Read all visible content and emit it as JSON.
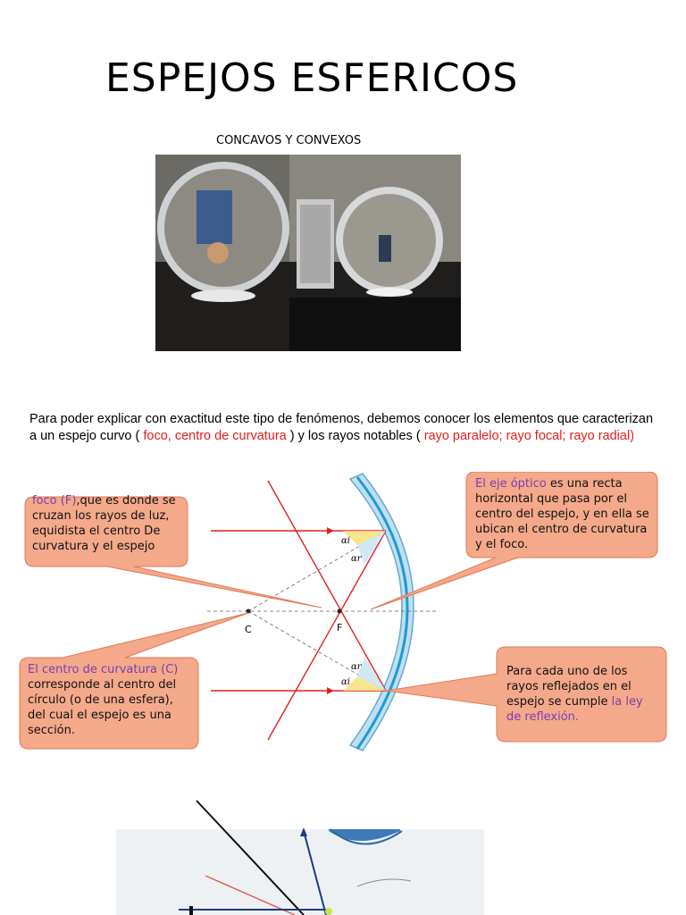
{
  "title": "ESPEJOS ESFERICOS",
  "subtitle": "CONCAVOS Y CONVEXOS",
  "intro": {
    "part1": "Para poder explicar con exactitud este tipo de fenómenos, debemos conocer los elementos que caracterizan a un espejo curvo ( ",
    "red1": "foco, centro de curvatura",
    "part2": " ) y los rayos notables ( ",
    "red2": "rayo  paralelo; rayo focal; rayo radial)"
  },
  "callouts": {
    "foco": {
      "highlight": "foco (F)",
      "text": ",que es donde se cruzan los rayos de luz, equidista el centro De curvatura y el espejo"
    },
    "eje": {
      "highlight": "El eje óptico",
      "text": " es una recta horizontal que pasa por el centro del espejo, y en ella se ubican el centro de curvatura y el foco."
    },
    "centro": {
      "highlight": "El centro de curvatura (C)",
      "text": "corresponde al centro del círculo (o de una esfera), del cual el espejo es una sección."
    },
    "rayos": {
      "text": "Para cada uno de los rayos reflejados en el espejo se cumple ",
      "highlight": "la ley de reflexión."
    }
  },
  "diagram": {
    "label_c": "C",
    "label_f": "F",
    "alpha_i": "αi",
    "alpha_r": "αr"
  },
  "colors": {
    "callout_fill": "#f4a98a",
    "callout_stroke": "#e07a55",
    "ray_red": "#e0201b",
    "mirror_blue": "#bfe0f2",
    "highlight_purple": "#7a3fb0"
  }
}
